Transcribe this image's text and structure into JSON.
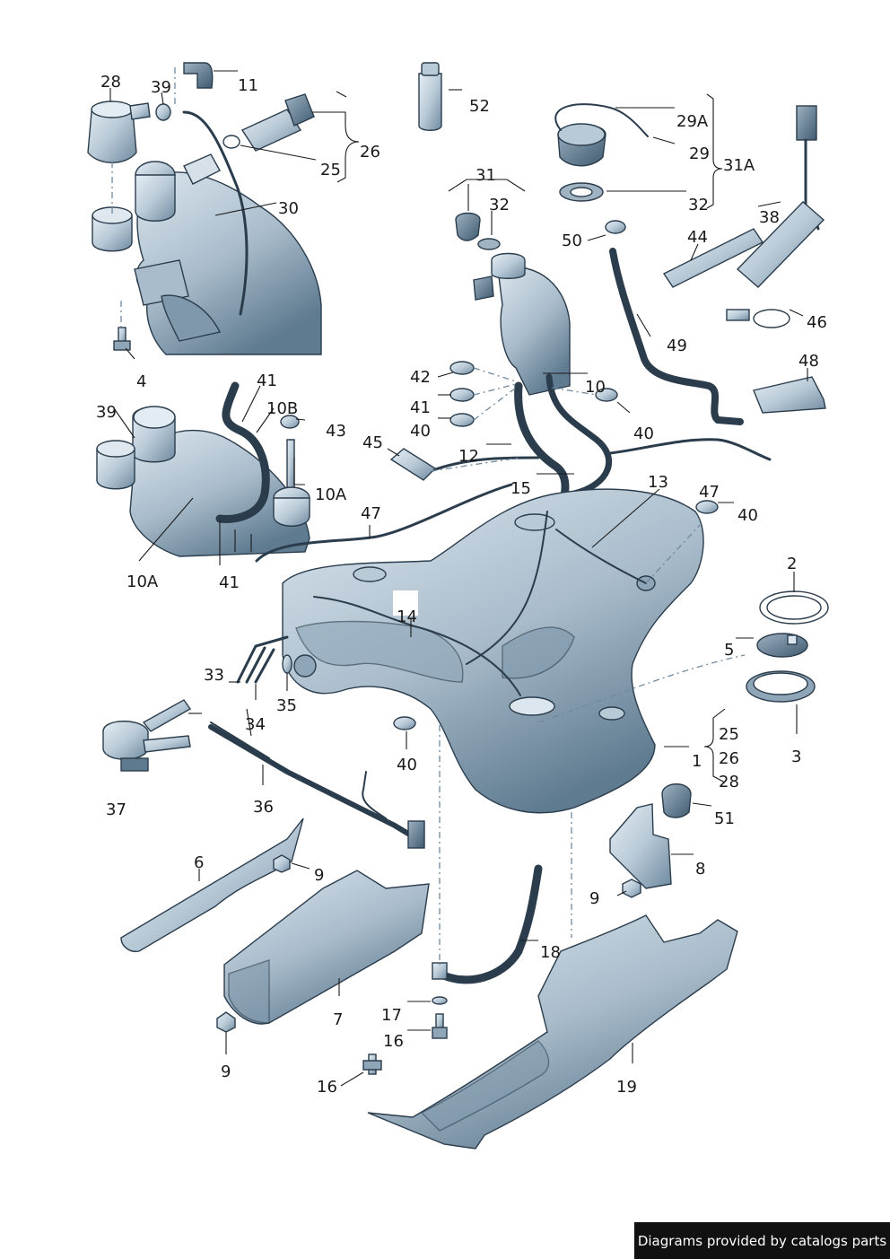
{
  "labels": {
    "l1": "1",
    "l2": "2",
    "l3": "3",
    "l4": "4",
    "l5": "5",
    "l6": "6",
    "l7": "7",
    "l8": "8",
    "l9a": "9",
    "l9b": "9",
    "l9c": "9",
    "l10": "10",
    "l10a_1": "10A",
    "l10a_2": "10A",
    "l10b": "10B",
    "l11": "11",
    "l12": "12",
    "l13": "13",
    "l14": "14",
    "l15": "15",
    "l16a": "16",
    "l16b": "16",
    "l17": "17",
    "l18": "18",
    "l19": "19",
    "l25a": "25",
    "l25b": "25",
    "l26a": "26",
    "l26b": "26",
    "l28a": "28",
    "l28b": "28",
    "l29": "29",
    "l29a": "29A",
    "l30": "30",
    "l31": "31",
    "l31a": "31A",
    "l32a": "32",
    "l32b": "32",
    "l33": "33",
    "l34": "34",
    "l35": "35",
    "l36": "36",
    "l37": "37",
    "l38": "38",
    "l39a": "39",
    "l39b": "39",
    "l40a": "40",
    "l40b": "40",
    "l40c": "40",
    "l40d": "40",
    "l41a": "41",
    "l41b": "41",
    "l41c": "41",
    "l42": "42",
    "l43": "43",
    "l44": "44",
    "l45": "45",
    "l46": "46",
    "l47a": "47",
    "l47b": "47",
    "l48": "48",
    "l49": "49",
    "l50": "50",
    "l51": "51",
    "l52": "52"
  },
  "credit": "Diagrams provided by catalogs parts",
  "colors": {
    "part_fill": "#c9d7e2",
    "part_shade": "#8ea6b8",
    "part_dark": "#5e7a8f",
    "outline": "#2b3d4d",
    "leader": "#1a1a1a",
    "credit_bg": "#111111"
  }
}
